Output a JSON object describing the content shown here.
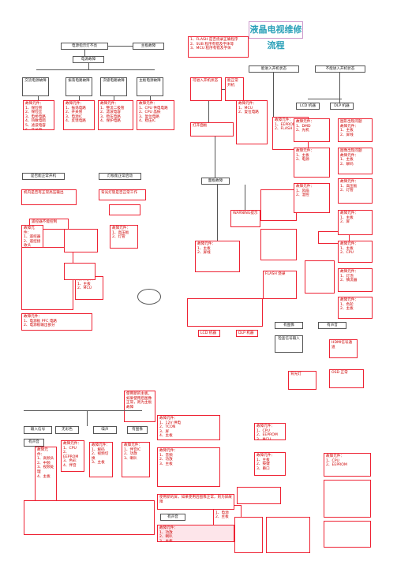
{
  "title": "液晶电视维修流程",
  "top_notes": [
    "1、FLASH 是否烧录正确程序",
    "2、SUB 程序有错及字体等",
    "3、MCU 程序有错及字体"
  ],
  "left": {
    "power_ok": "电源指示灯不亮",
    "standby": "主板故障",
    "power_fault": "电源故障",
    "c1": "交流电源故障",
    "c2": "振荡电路故障",
    "c3": "次级电路故障",
    "c4": "主板电源故障",
    "p1": "故障元件：\n1、保险管\n2、保险丝\n3、电桥电路\n4、热敏电阻\n5、滤波电容\n6、开关管",
    "p2": "故障元件：\n1、振荡电路\n2、开关管\n3、电源IC\n4、反馈电路",
    "p3": "故障元件：\n1、整流二极管\n2、滤波电容\n3、稳压电路\n4、保护电路",
    "p4": "故障元件：\n1、CPU 供电电路\n2、CPU 晶振\n3、复位电路\n4、稳压IC",
    "q1": "是否能正常开机",
    "q2": "灯板能正常启动",
    "q3": "机内是否有正常高压输出",
    "q4": "背光灯管是否正常工作",
    "remote": "遥控器不能控制",
    "b1": "故障元件：\n1、遥控器\n2、遥控接收头\n3、按键板",
    "b2": "故障元件：\n1、高压板\n2、灯管",
    "b3": "故障元件：\n1、主板\n2、MCU",
    "conclusion": "故障元件：\n1、电源板 PFC 电路\n2、电源板输出部分"
  },
  "mid": {
    "q_startup": "可进入开机状态",
    "q_chain": "能正常开机",
    "q_panel": "打开面板",
    "panel": "面板故障",
    "warn": "WARNING提示",
    "flash": "FLASH 烧录",
    "m1": "故障元件：\n1、MCU\n2、复位电路",
    "m2": "故障元件：\n1、EEPROM\n2、FLASH",
    "m3": "故障元件：\n1、主板\n2、屏线",
    "boot": "能进入开机状态",
    "no_boot": "不能进入开机状态",
    "dvd": "有图像",
    "tv": "有声音",
    "check": "检查信号输入",
    "backlight": "背光灯",
    "hdmi": "HDMI信号通道",
    "osd": "OSD 正常",
    "lcd_r": "LCD 机器",
    "dlp_r": "DLP 机器"
  },
  "right": {
    "lcd": "LCD 机器",
    "dlp": "DLP 机器",
    "r1": "图形出现问题\n故障元件：\n1、主板\n2、屏线",
    "r2": "图像出现问题\n故障元件：\n1、主板\n2、解码",
    "r3": "故障元件：\n1、高压板\n2、灯管",
    "r4": "故障元件：\n1、主板\n2、屏",
    "r5": "故障元件：\n1、主板\n2、CPU",
    "r6": "故障元件：\n1、灯泡\n2、镇流器",
    "r7": "故障元件：\n1、色轮\n2、主板",
    "r8": "故障元件：\n1、DMD\n2、光机",
    "r9": "故障元件：\n1、主板\n2、电源",
    "r10": "故障元件：\n1、风扇\n2、温控"
  },
  "bottom": {
    "input": "输入信号",
    "no_signal": "无彩色",
    "noise": "噪声",
    "pic_a": "有图像",
    "sound": "有声音",
    "s1": "故障元件：\n1、高频头\n2、中频\n3、视频处理\n4、主板",
    "s2": "故障元件：\n1、CPU\n2、EEPROM\n3、色彩\n4、伴音",
    "s3": "故障元件：\n1、解码\n2、视频切换\n3、主板",
    "s4": "故障元件：\n1、伴音IC\n2、功放\n3、喇叭",
    "s5": "故障元件：\n1、12V 供电\n2、TCON\n3、屏\n4、主板",
    "s6": "故障元件：\n1、音频\n2、功放\n3、主板",
    "s7": "故障元件：\n1、电源\n2、主板",
    "s8": "故障元件：\n1、CPU\n2、EEPROM\n3、MCU",
    "s9": "故障元件：\n1、主板\n2、按键\n3、串口",
    "s10": "故障元件：\n1、CPU\n2、EEPROM",
    "foot1": "使用新的主板，如果使用后图像正常，则为主板故障",
    "foot2": "使用新的屏，如果使用后图像正常，则为屏故障",
    "foot3": "有声音",
    "foot4": "故障元件：\n1、功放\n2、喇叭\n3、主板"
  }
}
